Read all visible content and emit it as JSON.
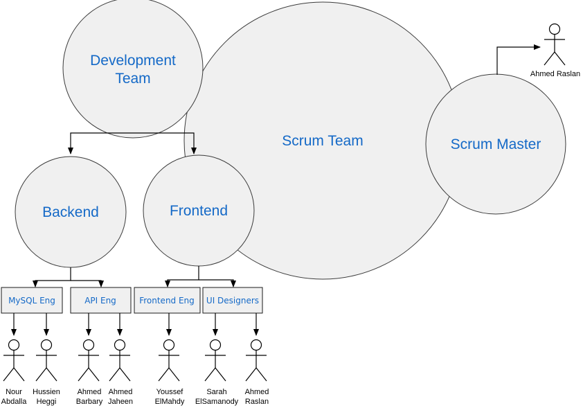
{
  "nodes": {
    "development_team": [
      "Development",
      "Team"
    ],
    "scrum_team": "Scrum Team",
    "scrum_master": "Scrum Master",
    "backend": "Backend",
    "frontend": "Frontend"
  },
  "roles": {
    "mysql_eng": "MySQL Eng",
    "api_eng": "API Eng",
    "frontend_eng": "Frontend Eng",
    "ui_designers": "UI Designers"
  },
  "actors": {
    "scrum_master_person": [
      "Ahmed Raslan"
    ],
    "mysql_1": [
      "Nour",
      "Abdalla"
    ],
    "mysql_2": [
      "Hussien",
      "Heggi"
    ],
    "api_1": [
      "Ahmed",
      "Barbary"
    ],
    "api_2": [
      "Ahmed",
      "Jaheen"
    ],
    "frontend_1": [
      "Youssef",
      "ElMahdy"
    ],
    "ui_1": [
      "Sarah",
      "ElSamanody"
    ],
    "ui_2": [
      "Ahmed",
      "Raslan"
    ]
  },
  "colors": {
    "node_fill": "#f0f0f0",
    "label_text": "#1469c7",
    "stroke": "#000000"
  },
  "icons": {
    "actor": "stick-figure-icon",
    "arrow": "arrowhead-icon"
  }
}
